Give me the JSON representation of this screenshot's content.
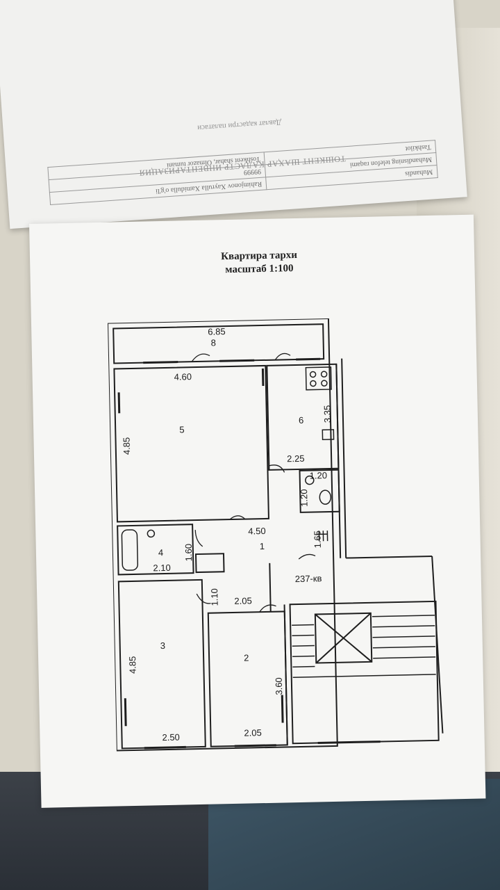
{
  "back_page": {
    "table_rows": [
      [
        "Muhandis",
        "Rahimjonov Xayrulla Xamidulla o'g'li"
      ],
      [
        "Muhandisning telefon raqami",
        "99999"
      ],
      [
        "Tashkilot",
        "Toshkent shahar, Olmazor tumani"
      ]
    ],
    "heading": "ТОШКЕНТ ШАҲАР КАДАСТР ИНВЕНТАРИЗАЦИЯ",
    "subheading": "Давлат кадастри палатаси"
  },
  "plan": {
    "title": "Квартира тархи",
    "scale": "масштаб 1:100",
    "rooms": {
      "r1": "1",
      "r2": "2",
      "r3": "3",
      "r4": "4",
      "r5": "5",
      "r6": "6",
      "r8": "8"
    },
    "dims": {
      "balcony_w": "6.85",
      "r5_w": "4.60",
      "r5_h": "4.85",
      "r6_h": "3.35",
      "r6_w": "2.25",
      "wc_w": "1.20",
      "wc_h": "1.20",
      "hall_w": "4.50",
      "hall_h": "1.65",
      "r4_h": "1.60",
      "r4_w": "2.10",
      "corr_h": "1.10",
      "corr_w": "2.05",
      "r3_h": "4.85",
      "r3_w": "2.50",
      "r2_h": "3.60",
      "r2_w": "2.05"
    },
    "apartment_no": "237-кв"
  }
}
